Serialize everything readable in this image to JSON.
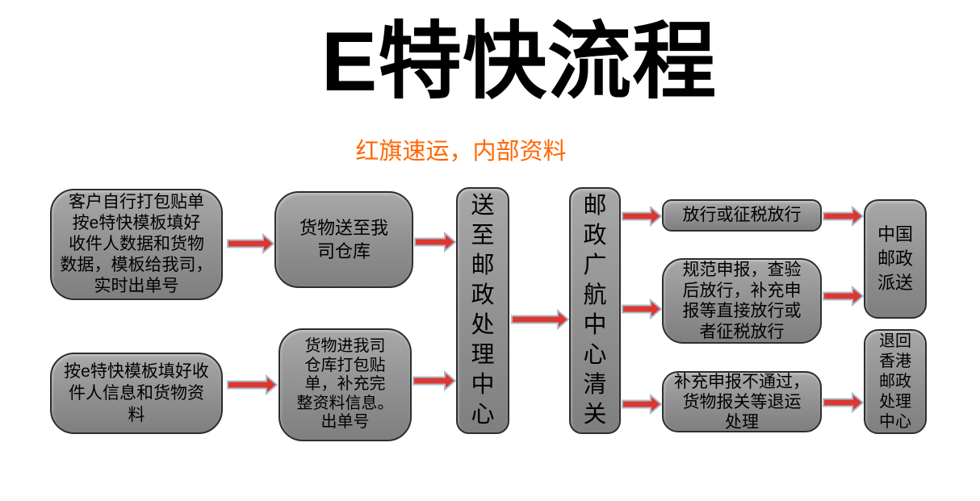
{
  "title": "E特快流程",
  "subtitle": "红旗速运，内部资料",
  "colors": {
    "background": "#FFFFFF",
    "title_text": "#000000",
    "subtitle_text": "#FF6600",
    "box_fill_top": "#A8A8A8",
    "box_fill_bottom": "#7F7F7F",
    "box_border": "#2E2E2E",
    "box_text": "#000000",
    "arrow_fill": "#DC3732",
    "arrow_stroke": "#A9BECB"
  },
  "flow": {
    "nodes": {
      "customer_pack": {
        "label": "客户自行打包贴单\n按e特快模板填好\n收件人数据和货物\n数据，模板给我司，\n实时出单号"
      },
      "goods_to_warehouse": {
        "label": "货物送至我\n司仓库"
      },
      "fill_template": {
        "label": "按e特快模板填好收\n件人信息和货物资\n料"
      },
      "warehouse_pack": {
        "label": "货物进我司\n仓库打包贴\n单，补充完\n整资料信息。\n出单号"
      },
      "postal_center": {
        "label": "送\n至\n邮\n政\n处\n理\n中\n心"
      },
      "customs": {
        "label": "邮\n政\n广\n航\n中\n心\n清\n关"
      },
      "release": {
        "label": "放行或征税放行"
      },
      "declare": {
        "label": "规范申报，查验\n后放行，补充申\n报等直接放行或\n者征税放行"
      },
      "return_handling": {
        "label": "补充申报不通过，\n货物报关等退运\n处理"
      },
      "china_post": {
        "label": "中国\n邮政\n派送"
      },
      "return_hk": {
        "label": "退回\n香港\n邮政\n处理\n中心"
      }
    },
    "edges": [
      {
        "from": "customer_pack",
        "to": "goods_to_warehouse"
      },
      {
        "from": "fill_template",
        "to": "warehouse_pack"
      },
      {
        "from": "goods_to_warehouse",
        "to": "postal_center"
      },
      {
        "from": "warehouse_pack",
        "to": "postal_center"
      },
      {
        "from": "postal_center",
        "to": "customs"
      },
      {
        "from": "customs",
        "to": "release"
      },
      {
        "from": "customs",
        "to": "declare"
      },
      {
        "from": "customs",
        "to": "return_handling"
      },
      {
        "from": "release",
        "to": "china_post"
      },
      {
        "from": "declare",
        "to": "china_post"
      },
      {
        "from": "return_handling",
        "to": "return_hk"
      }
    ]
  }
}
